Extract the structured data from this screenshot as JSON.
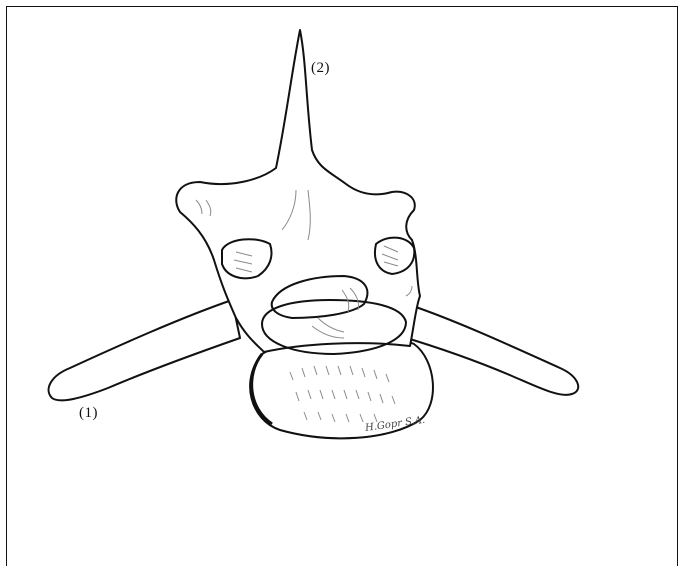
{
  "figure": {
    "labels": {
      "transverse_process": "(1)",
      "spinous_process": "(2)"
    },
    "signature": "H.Gopr S.A."
  },
  "colors": {
    "ink": "#111111",
    "shading": "#8a8a8a",
    "background": "#ffffff"
  }
}
